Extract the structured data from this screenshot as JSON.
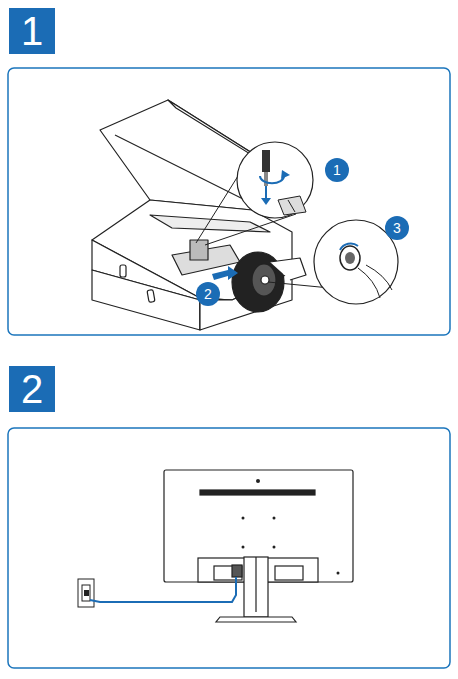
{
  "diagram": {
    "labels": [
      "1",
      "1",
      "3",
      "2",
      "2"
    ]
  }
}
